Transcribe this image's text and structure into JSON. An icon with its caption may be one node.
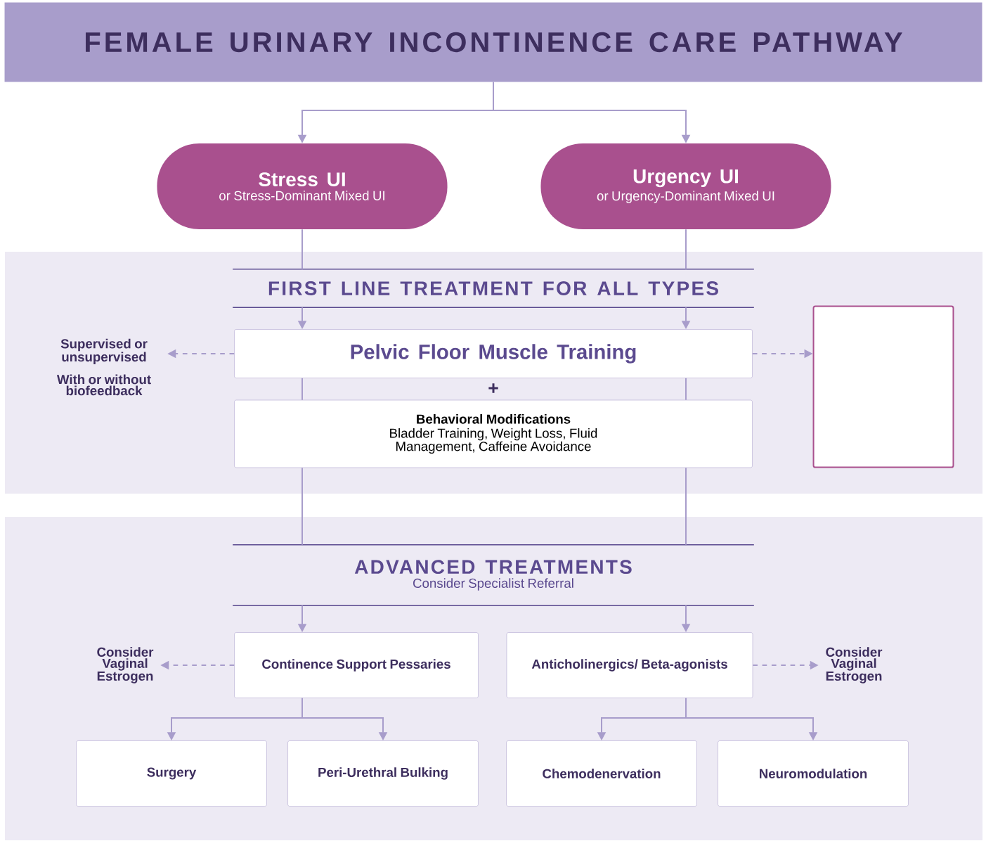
{
  "diagram": {
    "nodes": [
      {
        "text": [
          "FEMALE URINARY INCONTINENCE CARE PATHWAY"
        ]
      },
      {
        "text": [
          "Stress UI",
          "or Stress-Dominant Mixed UI"
        ]
      },
      {
        "text": [
          "Urgency UI",
          "or Urgency-Dominant Mixed UI"
        ]
      },
      {
        "text": [
          "FIRST LINE TREATMENT FOR ALL TYPES"
        ]
      },
      {
        "text": [
          "Pelvic Floor Muscle Training"
        ]
      },
      {
        "text": [
          "Behavioral Modifications",
          "Bladder Training, Weight Loss, Fluid Management, Caffeine Avoidance"
        ]
      },
      {
        "text": [
          "Supervised or unsupervised",
          "With or without biofeedback"
        ]
      },
      {
        "text": [],
        "shape": "box"
      },
      {
        "text": [
          "ADVANCED TREATMENTS",
          "Consider Specialist Referral"
        ]
      },
      {
        "text": [
          "Continence Support Pessaries"
        ]
      },
      {
        "text": [
          "Anticholinergics/ Beta-agonists"
        ]
      },
      {
        "text": [
          "Consider Vaginal Estrogen"
        ]
      },
      {
        "text": [
          "Consider Vaginal Estrogen"
        ]
      },
      {
        "text": [
          "Surgery"
        ]
      },
      {
        "text": [
          "Peri-Urethral Bulking"
        ]
      },
      {
        "text": [
          "Chemodenervation"
        ]
      },
      {
        "text": [
          "Neuromodulation"
        ]
      }
    ],
    "edges": [
      {
        "from": 0,
        "to": 1,
        "arrow": "to"
      },
      {
        "from": 0,
        "to": 2,
        "arrow": "to"
      },
      {
        "from": 1,
        "to": 3,
        "arrow": "none"
      },
      {
        "from": 2,
        "to": 3,
        "arrow": "none"
      },
      {
        "from": 3,
        "to": 4,
        "arrow": "to"
      },
      {
        "from": 3,
        "to": 4,
        "arrow": "to"
      },
      {
        "from": 4,
        "to": 5,
        "arrow": "none"
      },
      {
        "from": 4,
        "to": 5,
        "arrow": "none"
      },
      {
        "from": 4,
        "to": 6,
        "arrow": "to",
        "style": "dashed"
      },
      {
        "from": 4,
        "to": 7,
        "arrow": "to",
        "style": "dashed"
      },
      {
        "from": 5,
        "to": 8,
        "arrow": "none"
      },
      {
        "from": 5,
        "to": 8,
        "arrow": "none"
      },
      {
        "from": 8,
        "to": 9,
        "arrow": "to"
      },
      {
        "from": 8,
        "to": 10,
        "arrow": "to"
      },
      {
        "from": 9,
        "to": 11,
        "arrow": "to",
        "style": "dashed"
      },
      {
        "from": 10,
        "to": 12,
        "arrow": "to",
        "style": "dashed"
      },
      {
        "from": 9,
        "to": 13,
        "arrow": "to"
      },
      {
        "from": 9,
        "to": 14,
        "arrow": "to"
      },
      {
        "from": 10,
        "to": 15,
        "arrow": "to"
      },
      {
        "from": 10,
        "to": 16,
        "arrow": "to"
      }
    ],
    "labels": [
      "+"
    ]
  }
}
